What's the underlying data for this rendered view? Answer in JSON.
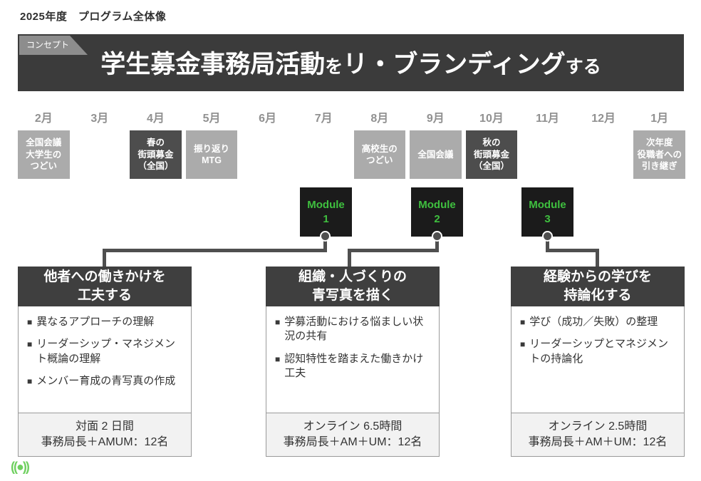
{
  "page": {
    "title": "2025年度　プログラム全体像"
  },
  "concept": {
    "tag": "コンセプト",
    "title_1": "学生募金事務局活動",
    "particle_1": "を",
    "title_2": "リ・ブランディング",
    "particle_2": "する"
  },
  "timeline": {
    "months": [
      "2月",
      "3月",
      "4月",
      "5月",
      "6月",
      "7月",
      "8月",
      "9月",
      "10月",
      "11月",
      "12月",
      "1月"
    ],
    "events": [
      {
        "month": "2月",
        "style": "gray",
        "lines": [
          "全国会議",
          "大学生の",
          "つどい"
        ]
      },
      {
        "month": "4月",
        "style": "dark",
        "lines": [
          "春の",
          "街頭募金",
          "（全国）"
        ]
      },
      {
        "month": "5月",
        "style": "gray",
        "lines": [
          "振り返り",
          "MTG"
        ]
      },
      {
        "month": "8月",
        "style": "gray",
        "lines": [
          "高校生の",
          "つどい"
        ]
      },
      {
        "month": "9月",
        "style": "gray",
        "lines": [
          "全国会議"
        ]
      },
      {
        "month": "10月",
        "style": "dark",
        "lines": [
          "秋の",
          "街頭募金",
          "（全国）"
        ]
      },
      {
        "month": "1月",
        "style": "gray",
        "lines": [
          "次年度",
          "役職者への",
          "引き継ぎ"
        ]
      }
    ]
  },
  "modules": [
    {
      "label": "Module",
      "number": "1"
    },
    {
      "label": "Module",
      "number": "2"
    },
    {
      "label": "Module",
      "number": "3"
    }
  ],
  "cards": [
    {
      "title_lines": [
        "他者への働きかけを",
        "工夫する"
      ],
      "bullets": [
        "異なるアプローチの理解",
        "リーダーシップ・マネジメント概論の理解",
        "メンバー育成の青写真の作成"
      ],
      "footer_lines": [
        "対面 2 日間",
        "事務局長＋AMUM：12名"
      ]
    },
    {
      "title_lines": [
        "組織・人づくりの",
        "青写真を描く"
      ],
      "bullets": [
        "学募活動における悩ましい状況の共有",
        "認知特性を踏まえた働きかけ工夫"
      ],
      "footer_lines": [
        "オンライン 6.5時間",
        "事務局長＋AM＋UM：12名"
      ]
    },
    {
      "title_lines": [
        "経験からの学びを",
        "持論化する"
      ],
      "bullets": [
        "学び（成功／失敗）の整理",
        "リーダーシップとマネジメントの持論化"
      ],
      "footer_lines": [
        "オンライン 2.5時間",
        "事務局長＋AM＋UM：12名"
      ]
    }
  ],
  "ui": {
    "bullet_marker": "■",
    "logo_glyph": "((●))"
  },
  "colors": {
    "banner_bg": "#3b3b3b",
    "tag_bg": "#8d8d8d",
    "event_gray": "#ababab",
    "event_dark": "#4d4d4d",
    "module_bg": "#1b1b1b",
    "module_green": "#3fc03f",
    "card_header_bg": "#3f3f3f",
    "footer_bg": "#f2f2f2",
    "logo_green": "#6fd05f"
  }
}
